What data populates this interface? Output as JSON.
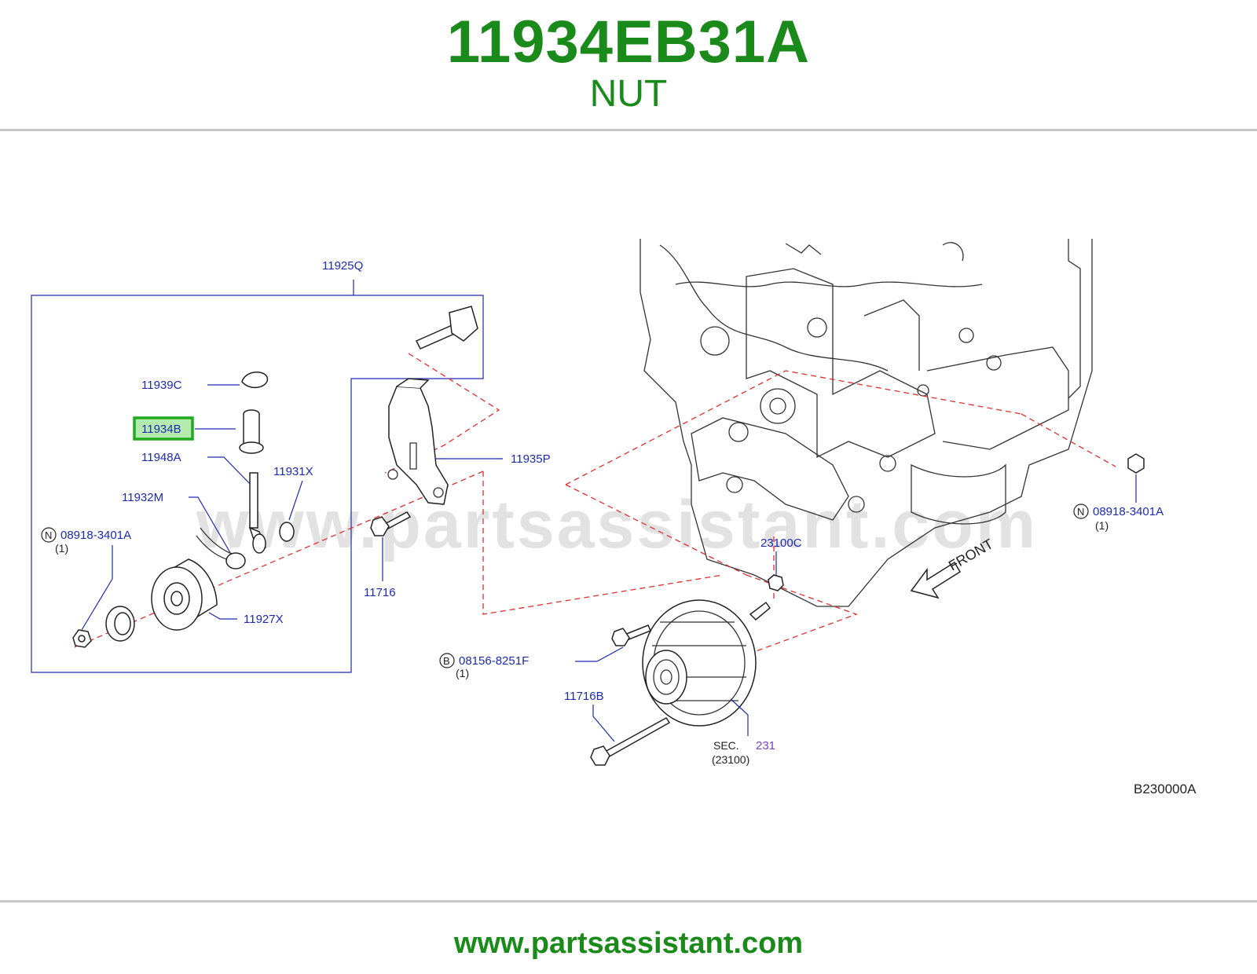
{
  "header": {
    "part_number": "11934EB31A",
    "part_name": "NUT"
  },
  "footer": {
    "site_url": "www.partsassistant.com"
  },
  "watermark": "www.partsassistant.com",
  "diagram": {
    "code": "B230000A",
    "front_label": "FRONT",
    "highlight_color": "#1faa1f",
    "labels": {
      "l11925Q": "11925Q",
      "l11939C": "11939C",
      "l11934B": "11934B",
      "l11948A": "11948A",
      "l11931X": "11931X",
      "l11932M": "11932M",
      "l08918L": "08918-3401A",
      "l08918L_qty": "(1)",
      "l08918L_prefix": "N",
      "l11927X": "11927X",
      "l11935P": "11935P",
      "l11716": "11716",
      "l23100C": "23100C",
      "l08918R": "08918-3401A",
      "l08918R_qty": "(1)",
      "l08918R_prefix": "N",
      "l08156": "08156-8251F",
      "l08156_qty": "(1)",
      "l08156_prefix": "B",
      "l11716B": "11716B",
      "sec_prefix": "SEC.",
      "sec_num": "231",
      "sec_sub": "(23100)"
    }
  }
}
